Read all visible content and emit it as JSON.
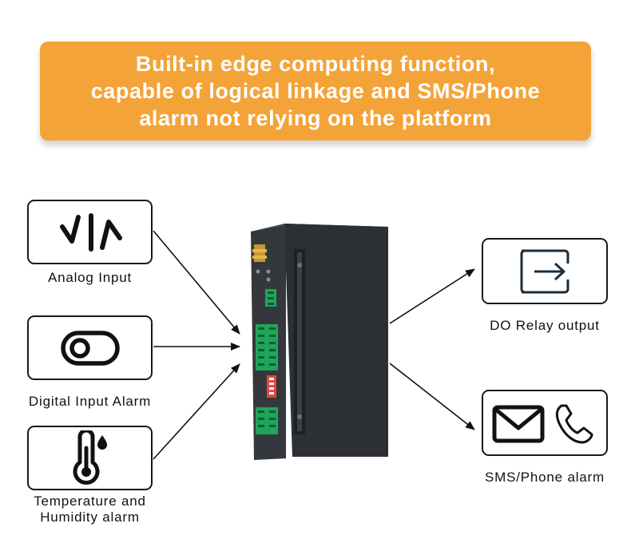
{
  "banner": {
    "lines": [
      "Built-in edge computing function,",
      "capable of logical linkage and SMS/Phone",
      "alarm not relying on the platform"
    ]
  },
  "inputs": {
    "analog": {
      "label": "Analog Input",
      "icon": "analog-signal-icon"
    },
    "digital": {
      "label": "Digital Input Alarm",
      "icon": "toggle-switch-icon"
    },
    "temperature": {
      "label_line1": "Temperature and",
      "label_line2": "Humidity alarm",
      "icon": "thermometer-icon"
    }
  },
  "outputs": {
    "relay": {
      "label": "DO Relay output",
      "icon": "exit-arrow-icon"
    },
    "sms_phone": {
      "label": "SMS/Phone alarm",
      "icons": [
        "envelope-icon",
        "phone-icon"
      ]
    }
  },
  "colors": {
    "banner": "#f4a338",
    "banner_text": "#ffffff",
    "device_body": "#2f3337",
    "terminal_green": "#1fa55a",
    "dip_switch_red": "#e8453c",
    "antenna_gold": "#c9962f"
  }
}
